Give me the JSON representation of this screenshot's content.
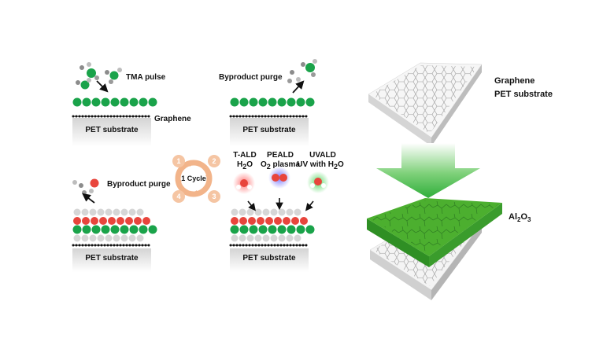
{
  "panels": {
    "step1": {
      "label": "TMA pulse",
      "substrate": "PET substrate",
      "layer_label": "Graphene"
    },
    "step2": {
      "label": "Byproduct purge",
      "substrate": "PET substrate"
    },
    "step3": {
      "label": "Byproduct purge",
      "substrate": "PET substrate"
    },
    "step4": {
      "substrate": "PET substrate"
    }
  },
  "cycle": {
    "label": "1 Cycle",
    "steps": [
      "1",
      "2",
      "3",
      "4"
    ]
  },
  "methods": [
    {
      "name": "T-ALD",
      "reactant_main": "H",
      "reactant_sub": "2",
      "reactant_tail": "O"
    },
    {
      "name": "PEALD",
      "reactant_main": "O",
      "reactant_sub": "2",
      "reactant_tail": " plasma"
    },
    {
      "name": "UVALD",
      "reactant_main": "UV with H",
      "reactant_sub": "2",
      "reactant_tail": "O"
    }
  ],
  "right": {
    "graphene_label": "Graphene",
    "pet_label": "PET substrate",
    "coating_main": "Al",
    "coating_sub1": "2",
    "coating_mid": "O",
    "coating_sub2": "3"
  },
  "colors": {
    "graphene_green": "#1aa34a",
    "al2o3_green": "#4caf2f",
    "oxygen_red": "#e8453c",
    "cycle_orange": "#f2b48a",
    "arrow_green": "#44c14a",
    "substrate_gray": "#dcdcdc"
  }
}
